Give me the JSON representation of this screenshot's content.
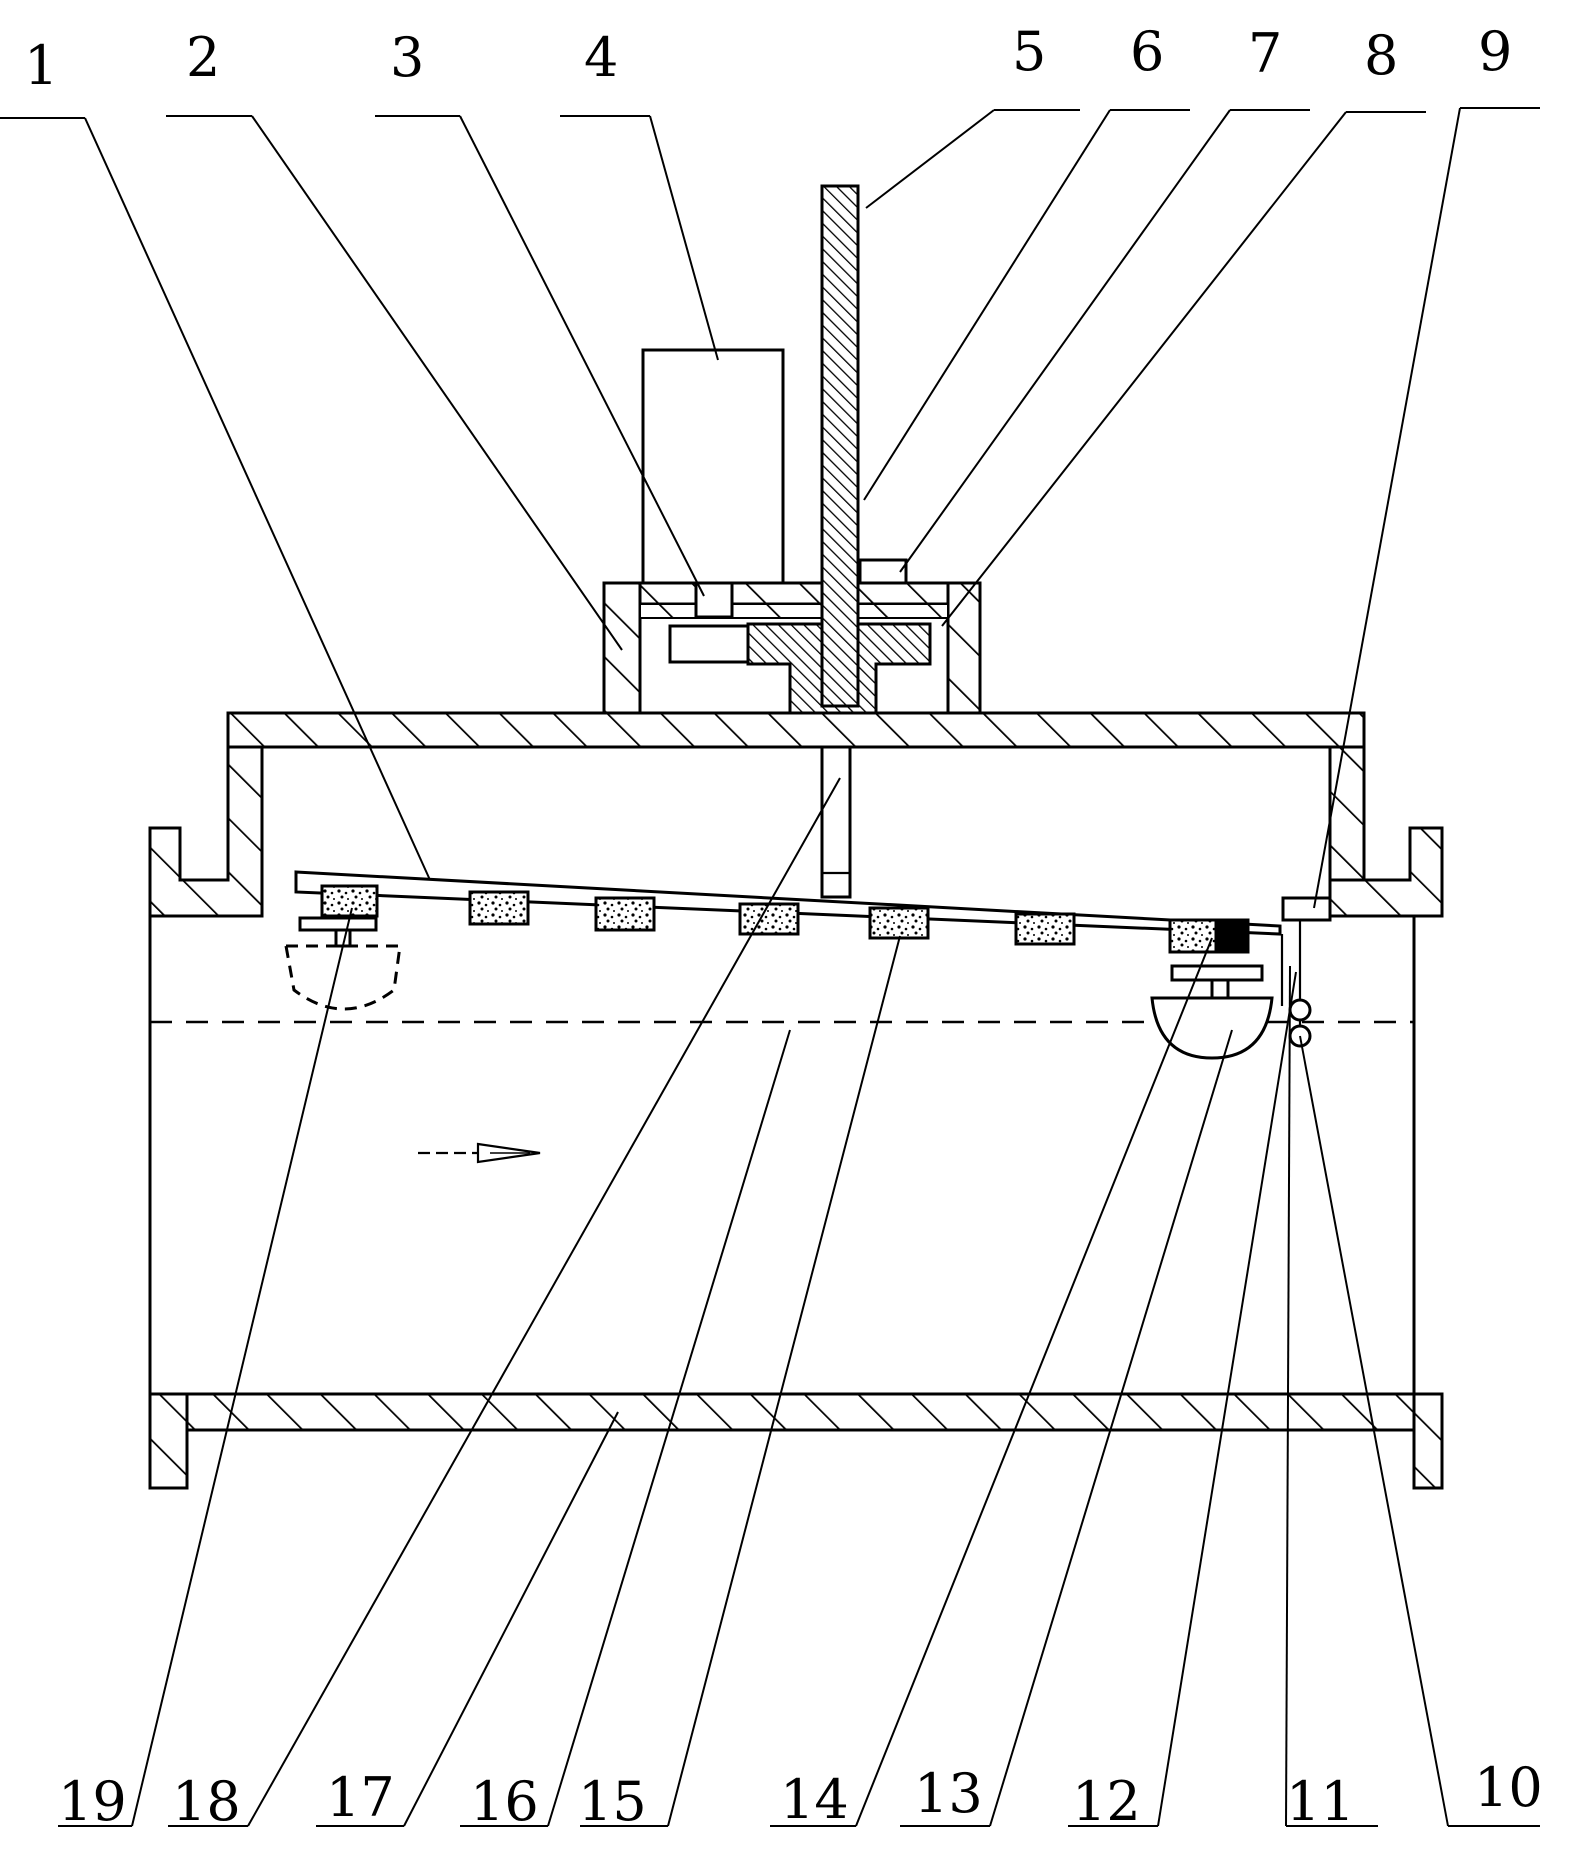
{
  "labels_top": [
    "1",
    "2",
    "3",
    "4",
    "5",
    "6",
    "7",
    "8",
    "9"
  ],
  "labels_bottom": [
    "19",
    "18",
    "17",
    "16",
    "15",
    "14",
    "13",
    "12",
    "11",
    "10"
  ]
}
